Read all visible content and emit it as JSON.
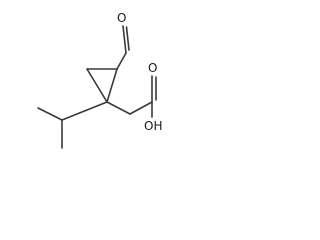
{
  "molecule": {
    "atoms": {
      "aldehyde_oxygen": "O",
      "hydroxyl_oxygen": "O",
      "hydroxyl_group": "OH"
    }
  }
}
